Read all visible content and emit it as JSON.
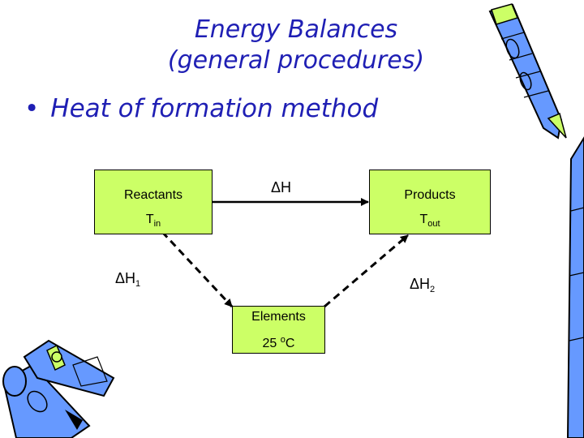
{
  "title": {
    "line1": "Energy Balances",
    "line2": "(general procedures)"
  },
  "bullet": {
    "marker": "•",
    "text": "Heat of formation method"
  },
  "diagram": {
    "reactants": {
      "name": "Reactants",
      "temp": "T",
      "temp_sub": "in"
    },
    "products": {
      "name": "Products",
      "temp": "T",
      "temp_sub": "out"
    },
    "elements": {
      "name": "Elements",
      "temp_value": "25 ",
      "temp_sup": "o",
      "temp_unit": "C"
    },
    "delta_h": "ΔH",
    "delta_h1": {
      "text": "ΔH",
      "sub": "1"
    },
    "delta_h2": {
      "text": "ΔH",
      "sub": "2"
    }
  },
  "colors": {
    "title": "#1f1fb4",
    "box_fill": "#ccff66",
    "pencil_body": "#6699ff",
    "pencil_tip": "#ccff66"
  }
}
